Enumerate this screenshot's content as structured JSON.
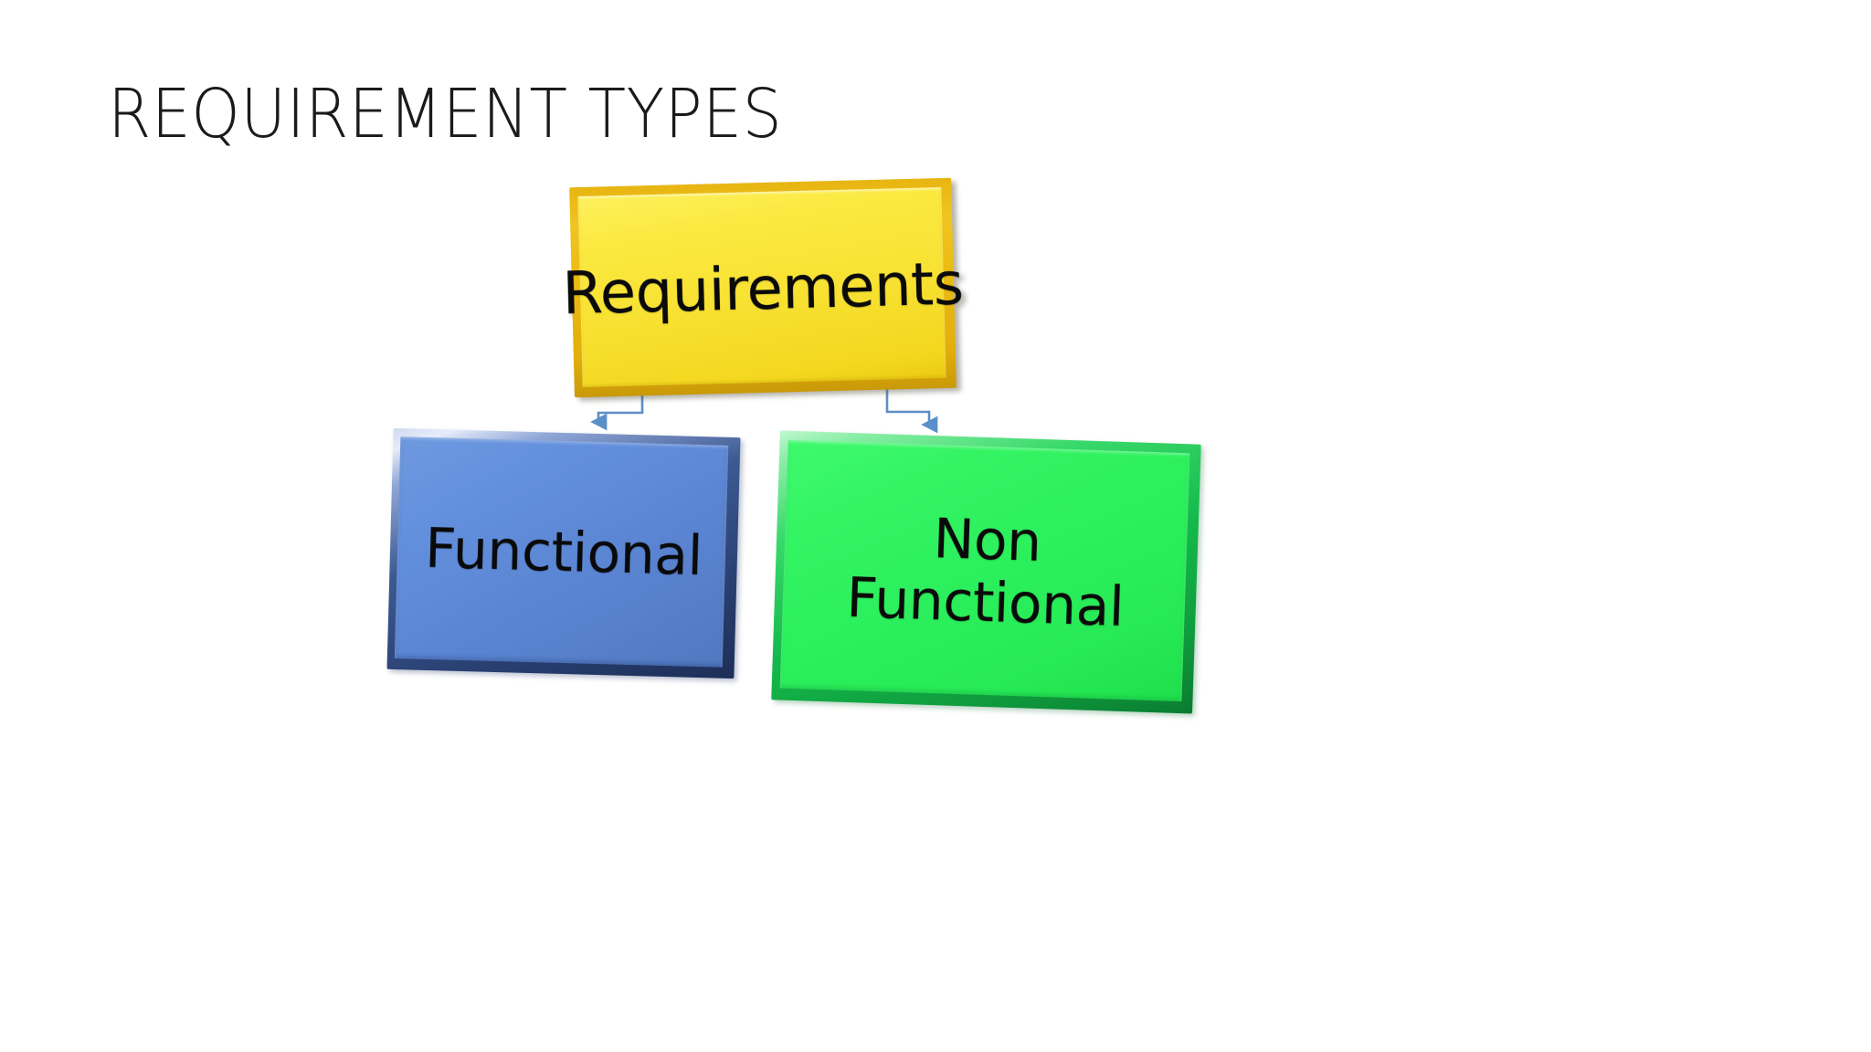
{
  "slide": {
    "title": "REQUIREMENT TYPES",
    "background_color": "#ffffff"
  },
  "diagram": {
    "type": "tree",
    "root": {
      "id": "requirements",
      "label": "Requirements",
      "fill_color": "#F8E132",
      "border_color": "#E0B00F",
      "text_color": "#0A0A0A"
    },
    "children": [
      {
        "id": "functional",
        "label": "Functional",
        "fill_color": "#5B86D4",
        "border_color": "#2B4275",
        "text_color": "#0A0A0A"
      },
      {
        "id": "non-functional",
        "label": "Non\nFunctional",
        "fill_color": "#2BEF5C",
        "border_color": "#0F9C3E",
        "text_color": "#0A0A0A"
      }
    ],
    "connectors": [
      {
        "id": "requirements-to-functional",
        "from": "requirements",
        "to": "functional",
        "color": "#5B8FC7",
        "style": "elbow-arrow"
      },
      {
        "id": "requirements-to-non-functional",
        "from": "requirements",
        "to": "non-functional",
        "color": "#5B8FC7",
        "style": "elbow-arrow"
      }
    ]
  }
}
